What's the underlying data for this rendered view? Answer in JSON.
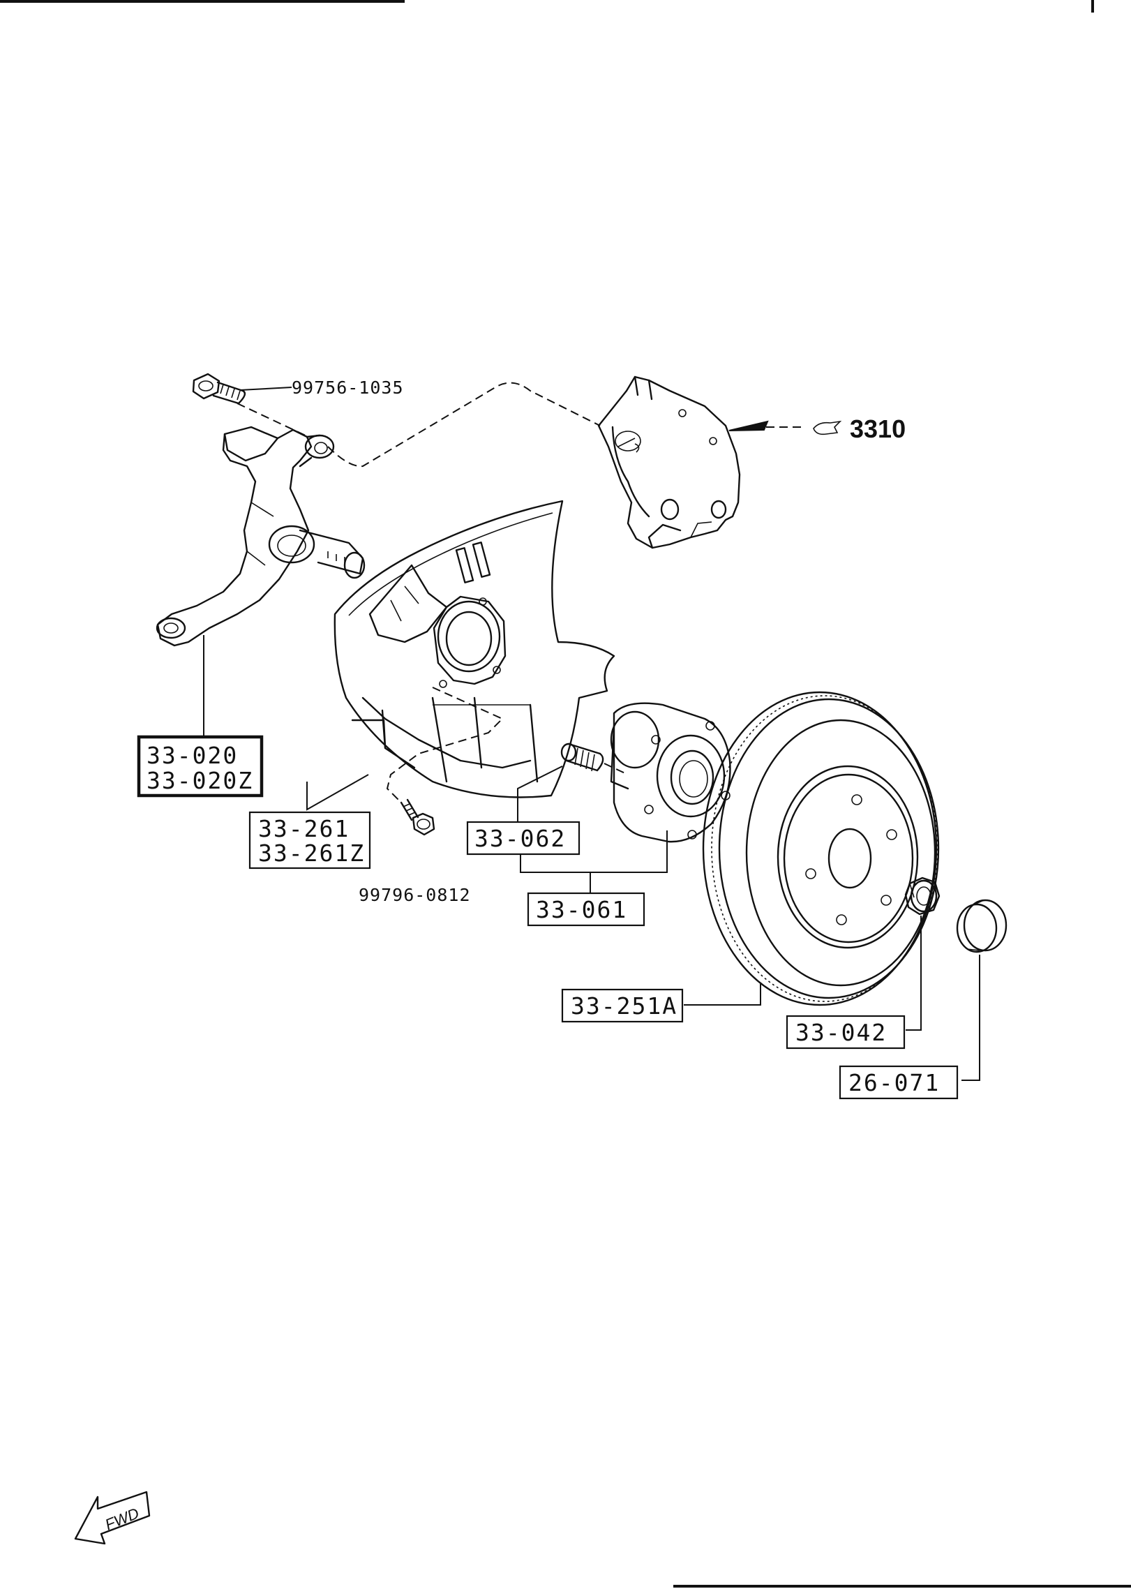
{
  "labels": {
    "bolt_knuckle_upper": "99756-1035",
    "caliper_ref": "3310",
    "knuckle_line1": "33-020",
    "knuckle_line2": "33-020Z",
    "dust_cover_line1": "33-261",
    "dust_cover_line2": "33-261Z",
    "bolt_dust_cover": "99796-0812",
    "hub_bolt": "33-062",
    "hub_assembly": "33-061",
    "disc_rotor": "33-251A",
    "lock_nut": "33-042",
    "hub_cap": "26-071"
  },
  "orientation": {
    "fwd": "FWD"
  }
}
